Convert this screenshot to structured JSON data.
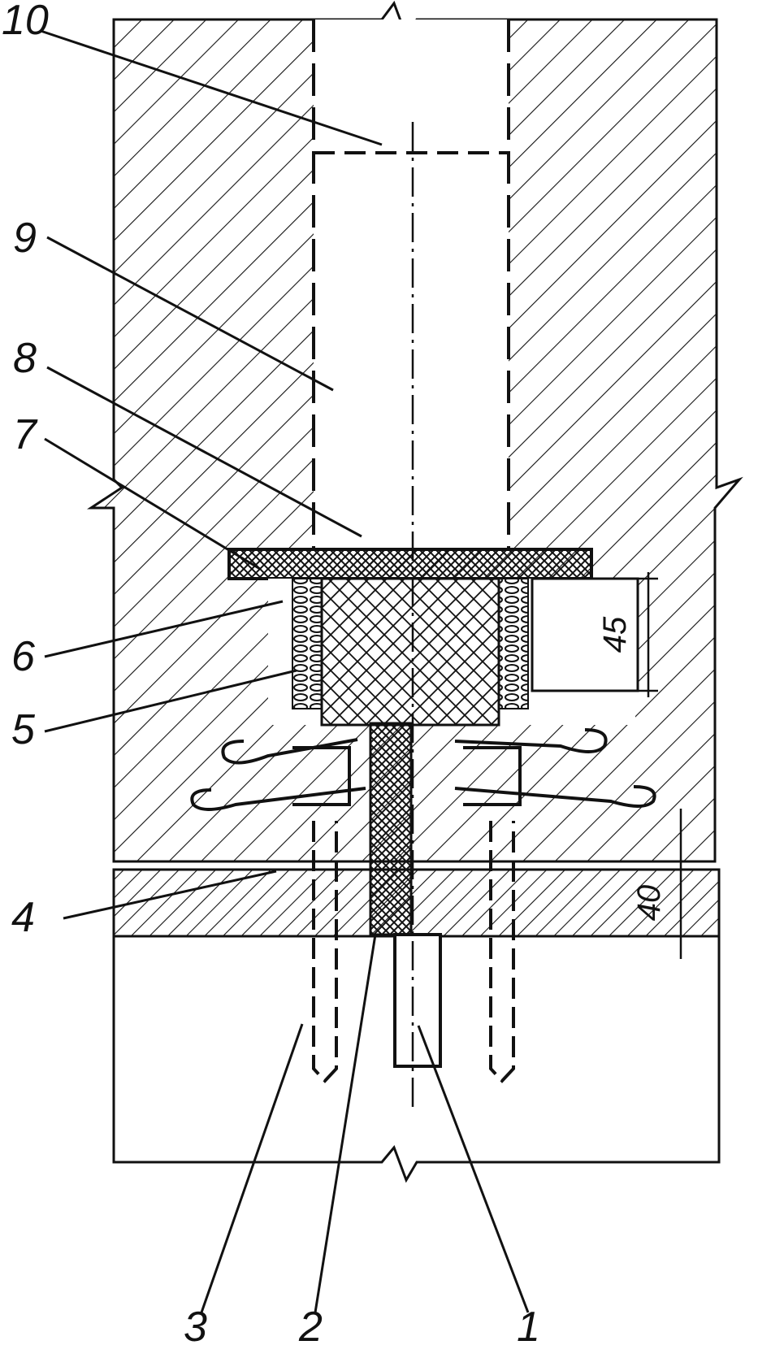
{
  "drawing": {
    "labels": {
      "l1": "1",
      "l2": "2",
      "l3": "3",
      "l4": "4",
      "l5": "5",
      "l6": "6",
      "l7": "7",
      "l8": "8",
      "l9": "9",
      "l10": "10"
    },
    "dimensions": {
      "gap_height": "45",
      "seam_depth": "40"
    },
    "colors": {
      "ink": "#111111",
      "paper": "#ffffff"
    }
  }
}
